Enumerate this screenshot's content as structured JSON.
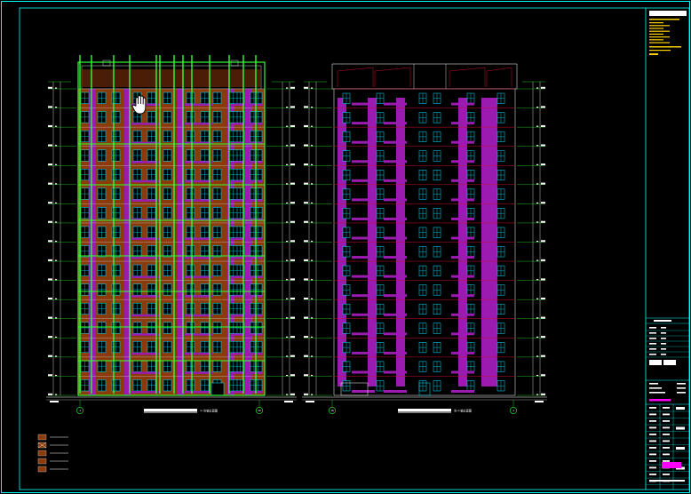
{
  "drawing": {
    "background": "#000000",
    "frame_color": "#00ffff",
    "left_elevation": {
      "floors": 16,
      "facade_color": "#8b3a0a",
      "accent_color": "#9b1bb0",
      "overlay_color": "#33ff33",
      "window_color": "#00e5ff",
      "axis_start": "1",
      "axis_end": "16",
      "title": "①-⑯轴立面图"
    },
    "right_elevation": {
      "floors": 16,
      "facade_color": "#000000",
      "accent_color": "#9b1bb0",
      "window_color": "#00e5ff",
      "axis_start": "16",
      "axis_end": "1",
      "title": "⑯-①轴立面图"
    },
    "legend": {
      "colors": [
        "#8b3a0a",
        "#8b3a0a",
        "#8b3a0a",
        "#8b3a0a",
        "#8b3a0a"
      ]
    },
    "cursor_icon": "hand-pan-icon"
  }
}
